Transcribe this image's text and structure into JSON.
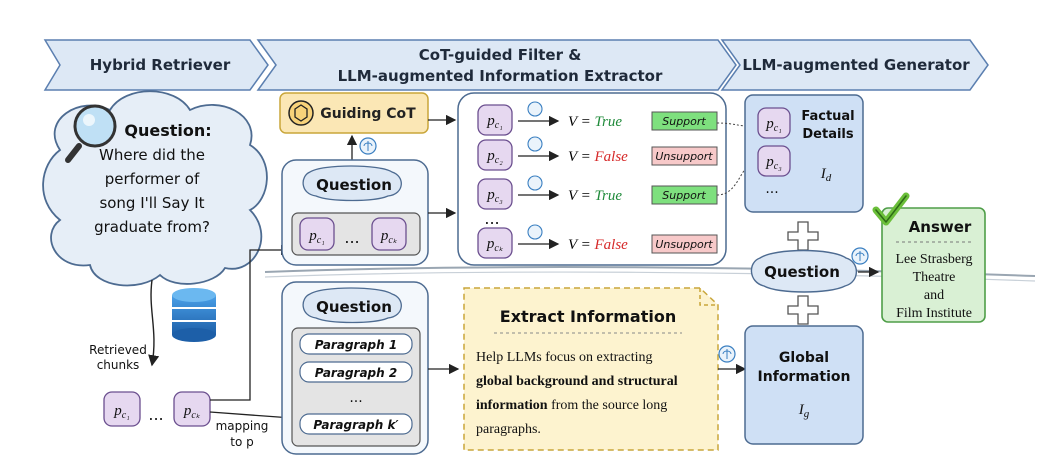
{
  "stages": {
    "retriever": "Hybrid Retriever",
    "filter_line1": "CoT-guided Filter &",
    "filter_line2": "LLM-augmented Information Extractor",
    "generator": "LLM-augmented Generator"
  },
  "cloud_question": {
    "title": "Question:",
    "lines": [
      "Where did the",
      "performer of",
      "song I'll Say It",
      "graduate from?"
    ]
  },
  "retrieved_label": [
    "Retrieved",
    "chunks"
  ],
  "mapping_label": [
    "mapping",
    "to p"
  ],
  "chunk_labels": {
    "c1": "p",
    "c1_sub": "c₁",
    "ck": "p",
    "ck_sub": "cₖ",
    "dots": "..."
  },
  "guiding_cot": "Guiding CoT",
  "question_label": "Question",
  "filter_rows": [
    {
      "chunk": "c₁",
      "value": "True",
      "verdict": "Support"
    },
    {
      "chunk": "c₂",
      "value": "False",
      "verdict": "Unsupport"
    },
    {
      "chunk": "c₃",
      "value": "True",
      "verdict": "Support"
    },
    {
      "chunk": "cₖ",
      "value": "False",
      "verdict": "Unsupport"
    }
  ],
  "v_prefix": "V = ",
  "paragraphs": [
    "Paragraph 1",
    "Paragraph 2",
    "...",
    "Paragraph k′"
  ],
  "extract": {
    "title": "Extract Information",
    "text_plain1": "Help LLMs focus on extracting",
    "text_bold1": "global background and structural",
    "text_bold2": "information",
    "text_plain2": " from the source long",
    "text_plain3": "paragraphs."
  },
  "factual": {
    "title1": "Factual",
    "title2": "Details",
    "symbol": "I",
    "sub": "d"
  },
  "global": {
    "title1": "Global",
    "title2": "Information",
    "symbol": "I",
    "sub": "g"
  },
  "answer": {
    "title": "Answer",
    "lines": [
      "Lee Strasberg",
      "Theatre",
      "and",
      "Film Institute"
    ]
  },
  "colors": {
    "banner": "#dde8f5",
    "banner_stroke": "#5b7fb0",
    "support_fill": "#7ee07e",
    "unsupport_fill": "#f7c9c9",
    "true_text": "#1f8a3a",
    "false_text": "#d62828",
    "chunk_fill": "#e6d8f0",
    "chunk_stroke": "#6b4f8f",
    "cot_fill": "#fbe7b5",
    "info_fill": "#cfe0f5",
    "answer_fill": "#d9f0d4",
    "answer_stroke": "#4f9e48",
    "extract_fill": "#fdf3cf",
    "extract_stroke": "#c9a63a"
  }
}
